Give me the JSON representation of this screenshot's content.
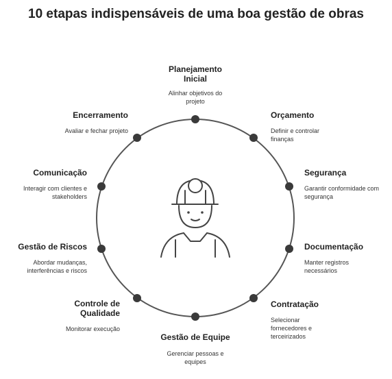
{
  "title": "10 etapas indispensáveis de uma boa gestão de obras",
  "steps": [
    {
      "title": "Planejamento Inicial",
      "desc": "Alinhar objetivos do projeto"
    },
    {
      "title": "Orçamento",
      "desc": "Definir e controlar finanças"
    },
    {
      "title": "Segurança",
      "desc": "Garantir conformidade com segurança"
    },
    {
      "title": "Documentação",
      "desc": "Manter registros necessários"
    },
    {
      "title": "Contratação",
      "desc": "Selecionar fornecedores e terceirizados"
    },
    {
      "title": "Gestão de Equipe",
      "desc": "Gerenciar pessoas e equipes"
    },
    {
      "title": "Controle de Qualidade",
      "desc": "Monitorar execução"
    },
    {
      "title": "Gestão de Riscos",
      "desc": "Abordar mudanças, interferências e riscos"
    },
    {
      "title": "Comunicação",
      "desc": "Interagir com clientes e stakeholders"
    },
    {
      "title": "Encerramento",
      "desc": "Avaliar e fechar projeto"
    }
  ],
  "center_icon": "construction-worker-icon",
  "colors": {
    "line": "#555555",
    "dot": "#3a3a3a",
    "text": "#222222"
  }
}
